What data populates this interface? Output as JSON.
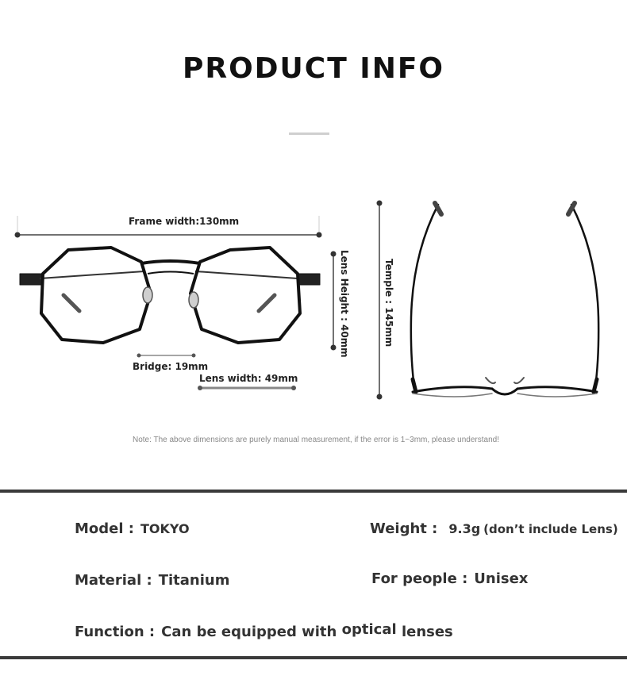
{
  "header": {
    "title": "PRODUCT INFO"
  },
  "dimensions": {
    "frame_width": "Frame width:130mm",
    "bridge": "Bridge: 19mm",
    "lens_width": "Lens width: 49mm",
    "lens_height": "Lens Height : 40mm",
    "temple": "Temple : 145mm"
  },
  "note": "Note: The above dimensions are purely manual measurement, if the error is 1~3mm, please understand!",
  "specs": {
    "model_label": "Model :",
    "model_value": "TOKYO",
    "weight_label": "Weight :",
    "weight_value": "9.3g",
    "weight_note": "(don’t include Lens)",
    "material_label": "Material :",
    "material_value": "Titanium",
    "people_label": "For people :",
    "people_value": "Unisex",
    "function_label": "Function :",
    "function_value_1": "Can be equipped with",
    "function_value_2": "optical",
    "function_value_3": "lenses"
  },
  "colors": {
    "frame": "#111111",
    "separator": "#3a3a3a",
    "note": "#888888"
  }
}
